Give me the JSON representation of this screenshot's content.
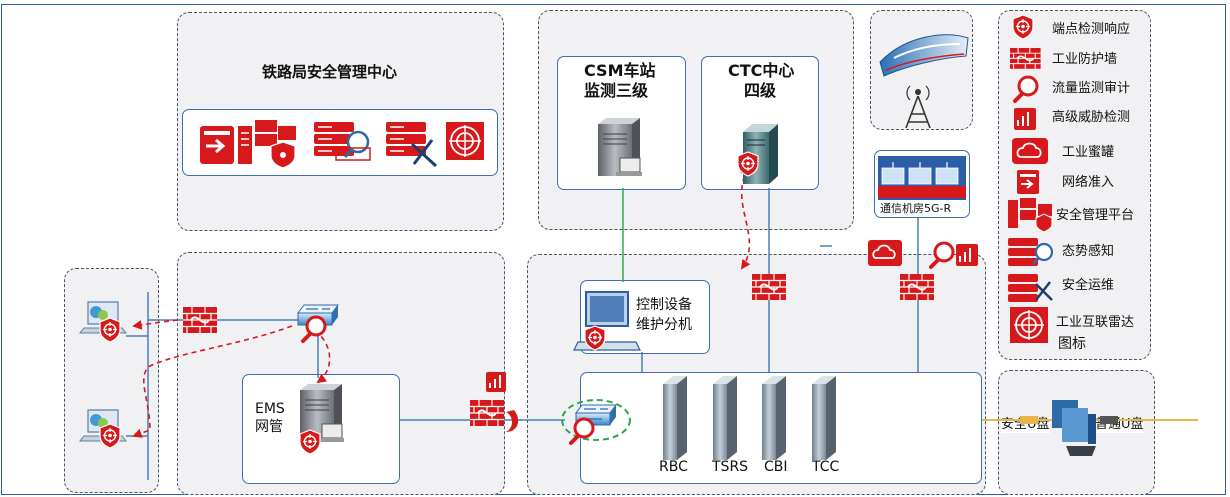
{
  "colors": {
    "accent": "#d7191c",
    "zone_border": "#44546a",
    "box_border": "#3d6fb3",
    "line_blue": "#4a7ebb",
    "line_green": "#33aa55"
  },
  "zones": {
    "bureau_center_title": "铁路局安全管理中心",
    "csm_title_line1": "CSM车站",
    "csm_title_line2": "监测三级",
    "ctc_title_line1": "CTC中心",
    "ctc_title_line2": "四级",
    "comm_room_label": "通信机房5G-R",
    "maint_line1": "控制设备",
    "maint_line2": "维护分机",
    "ems_line1": "EMS",
    "ems_line2": "网管",
    "usb_secure": "安全U盘",
    "usb_normal": "普通U盘"
  },
  "devices": [
    "RBC",
    "TSRS",
    "CBI",
    "TCC"
  ],
  "legend": {
    "items": [
      {
        "label": "端点检测响应",
        "icon": "shield-target-icon"
      },
      {
        "label": "工业防护墙",
        "icon": "firewall-icon"
      },
      {
        "label": "流量监测审计",
        "icon": "magnifier-icon"
      },
      {
        "label": "高级威胁检测",
        "icon": "threat-chart-icon"
      },
      {
        "label": "工业蜜罐",
        "icon": "cloud-honeypot-icon"
      },
      {
        "label": "网络准入",
        "icon": "network-access-icon"
      },
      {
        "label": "安全管理平台",
        "icon": "management-platform-icon"
      },
      {
        "label": "态势感知",
        "icon": "situation-awareness-icon"
      },
      {
        "label": "安全运维",
        "icon": "secure-ops-icon"
      },
      {
        "label": "工业互联雷达",
        "icon": "radar-icon"
      }
    ],
    "footer": "图标"
  }
}
